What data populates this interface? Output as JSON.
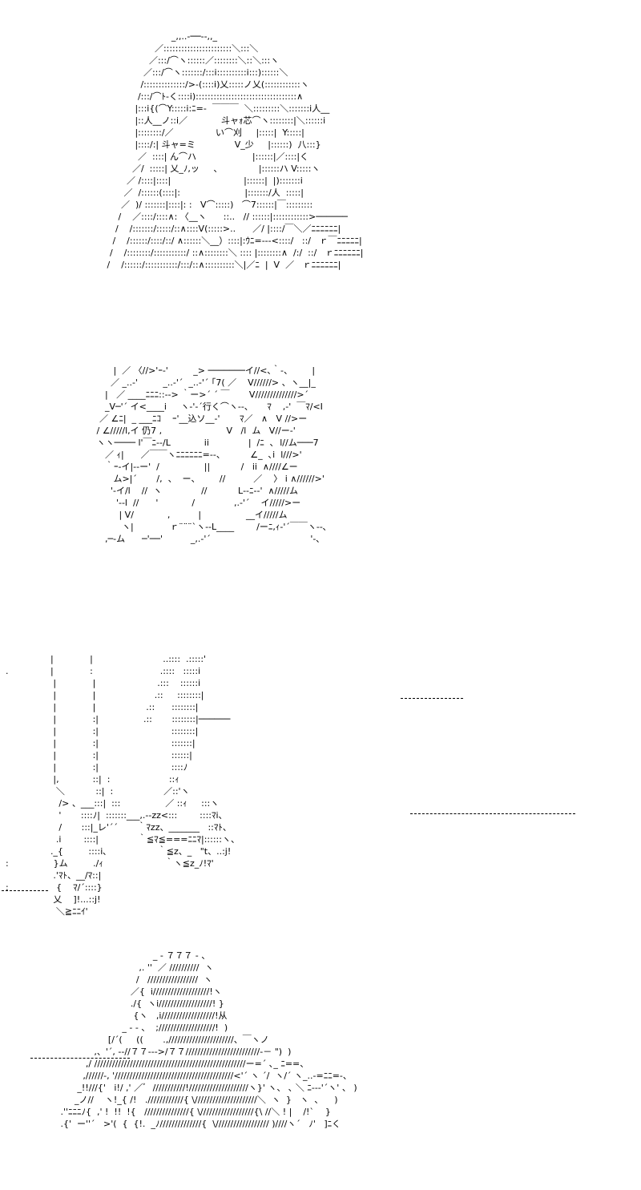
{
  "art_panels": [
    {
      "lines": [
        "                        _,,..-──‐-,,_",
        "                  ／:::::::::::::::::::::::＼:::＼",
        "                ／:::/⌒ヽ::::::／::::::::＼::＼:::ヽ",
        "              ／:::/⌒ヽ:::::::/:::i::::::::::i:::)::::::＼",
        "             /::::::::::::::/>‐(::::i)乂:::::ノ乂(::::::::::::ヽ",
        "            /:::/⌒ﾄ‐く::::i)::::::::::::::::::::::::::::::::::∧",
        "           |:::i{(⌒Y:::::i:ﾆ=‐  ￣￣￣  ＼:::::::::＼:::::::i人__",
        "           |::人__ノ::i／            斗ャｫ芯⌒ヽ::::::::|＼::::::i",
        "           |::::::::/／               い⌒刈     |:::::|  Y:::::|",
        "           |::::/:| 斗ャ=ミ              V_少     |::::::)  八:::}",
        "            ／  ::::| ん⌒ハ                    |::::::|／::::|く",
        "          ／/  :::::| 乂_ﾉ,ッ     、             |::::::ハ V:::::ヽ",
        "        ／ /::::|::::|                          |::::::|  |):::::::i",
        "       ／  /::::::(::::|:                       |:::::::/人  :::::|",
        "      ／  )/ :::::::|::::|: :   V⌒:::::)   ⌒7::::::|￣:::::::::",
        "     /    ／::::/::::∧: 〈__ヽ      ::..   // ::::::|::::::::::::>──────",
        "    /    /:::::::/:::::/::∧::::V(:::::>..      ／/ |::::/￣＼／ﾆﾆﾆﾆﾆﾆ|",
        "   /    /::::::/::::/::/ ∧::::::＼__）::::|:ｳﾆ=‐-‐<::::/   ::/   ｒ￣ﾆﾆﾆﾆﾆ|",
        "  /    /::::::::/:::::::::::/ ::∧::::::::＼ :::: |::::::::∧  /:/  ::/   ｒﾆﾆﾆﾆﾆﾆ|",
        " /    /::::::/:::::::::::/:::/::∧::::::::::＼|／ﾆ  |  V  ／   ｒﾆﾆﾆﾆﾆﾆ|"
      ]
    },
    {
      "lines": [
        "         |  ／ 〈//>'ｰ‐'         _> ───────イ//<､｀-、       |",
        "        ／ _..-'         _..-'´  _..-'´ ｢7( ／    V//////> 、ヽ__|_",
        "      |   ／ ____ﾆﾆﾆ::--> ｀ー>´ ´ ￣       V//////////////>´",
        "      _V─'´ イ<____i     ヽ-'-´行く⌒ヽ--、     ﾏ    ,-'  ￣ﾏ/<I",
        "    ／ ∠ﾆ|  _ ___ﾆｺ    ｰ'__込ソ__-'       ﾏ／   ∧   V //>ー",
        "   / ∠/////l,イ 仍7 ,                       V   /l  ム   V//ー‐'",
        "   ヽヽ──── l'￣ﾆ--/L            ii              |  /ﾆ  ､  l//ム───7",
        "      ／ ｨ|      ／￣￣ヽﾆﾆﾆﾆﾆﾆ=‐‐、         ∠_  ､i  l///>'",
        "      ｀ｰ-イ|-‐ー'  /                ||           /   ii  ∧////∠ー",
        "         ム>|´       /,  、  ー、       //          ／    〉 i ∧//////>'",
        "        '-イ/l    //  ヽ              //           L‐-ﾆ-‐'  ∧/////ム",
        "          '‐-l  //      '            /              ,.-'´    イ/////>ー",
        "           | V/            ,          |                __イ/////ム",
        "            ヽ|             ｒ¨¨¨`ヽ--L____        /ーﾆ,ｨ‐'´￣￣ヽ--､",
        "      ,─-ム      ─'──'          _,.-'´ 　　　　　　　　　　　'-､"
      ]
    },
    {
      "lines": [
        "                  |             |                         ..::::  .:::::'",
        "  .               |             :                        .::::   :::::i",
        "                   |             |                      .:::    ::::::i",
        "                   |             |                     .::     ::::::::|",
        "                   |             |                  .::      ::::::::|",
        "                   |             :|                .::       ::::::::|──────",
        "                   |             :|                          ::::::::|",
        "                   |             :|                          :::::::|",
        "                   |             :|                          ::::::|",
        "                   |             :|                          ::::ﾉ",
        "                   |,            ::|  :                     ::ｨ",
        "                    ＼           ::|  :                  ／::'ヽ",
        "                     /> 、___:::|  :::                ／ ::ｨ     :::ヽ",
        "                     '       ::::ﾉ|  :::::::___,.‐‐zz<:::        ::::ﾏi、",
        "                     /       :::|_レ'´´       ｀ﾏzz、_______   ::ﾏﾄ、",
        "                    .i        ::::|              ｀≦ﾏ≦===ﾆﾆﾏ|::::::ヽ、",
        "                  ._{         ::::i､                  ｀≦z、_   \"t、..:j!",
        "  :                }ム         ./ｨ                      ｀ヽ≦z_ﾉ!ﾏ'",
        "                   .'ﾏﾄ、__/ﾏ::|",
        "  :                 {    ﾏ/´::::}",
        "                   乂    ]!...::j!",
        "                    ＼≧ﾆﾆｲ'"
      ]
    },
    {
      "lines": [
        "                                              _ - ７７７ ‐ 、",
        "                                         ,. ''  ／ //////////  ヽ",
        "                                        /   /////////////////  ヽ",
        "                                      ／{  i///////////////////!ヽ",
        "                                      ./{  ヽi//////////////////! }",
        "                                       {ヽ   ,i//////////////////!从",
        "                                   _ - - 、  ;///////////////////!  )",
        "                              [/´(     ((       .,//////////////////////、￣ヽノ",
        "                         ,、'´, ‐-//７７‐‐->/７７/////////////////////////‐－ \")  )",
        "                      ,/ ///////////////////////////////////////////////////ー=´ ､_ ﾆ==、",
        "                     ,//////‐, '////////////////////////////////////////<'´ ヽ ´/  ヽ/´ ヽ_..-=ﾆﾆ=-、",
        "                   _!!///{'   i!/ ,' ／ﾞ  ///////////!////////////////////ヽ}' ヽ、 ､ ＼ ﾆ--‐'´ヽ' 、 )",
        "                  _ノ//    ヽ!_{ /!   .////////////{ \\/////////////////////＼  ヽ  }   ヽ  、    )",
        "             .''ﾆﾆﾆﾉ{  ,' !  !!  !{   ///////////////{ \\//////////////////{\\ //＼ ! |    /!`    }",
        "             .{'  ー''´   >'(  {  {!.  _ﾉ//////////////{  \\////////////////// )////ヽ´   ﾉ'   ]ﾆく"
      ]
    }
  ],
  "dashes": [
    "---------",
    "------------------------",
    "-------",
    "--------------"
  ]
}
